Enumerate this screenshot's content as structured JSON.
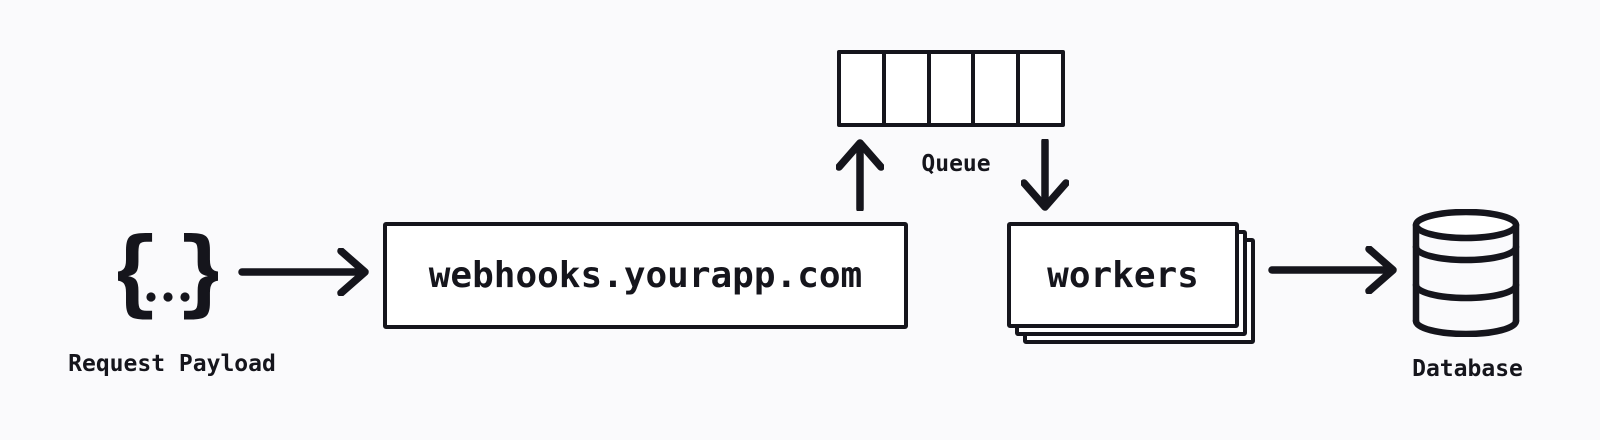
{
  "colors": {
    "background": "#fafafc",
    "ink": "#15151c",
    "node_fill": "#ffffff"
  },
  "nodes": {
    "payload": {
      "icon": "json-braces-icon",
      "glyph_open": "{",
      "glyph_close": "}",
      "label": "Request Payload"
    },
    "server": {
      "label": "webhooks.yourapp.com"
    },
    "queue": {
      "label": "Queue",
      "cells": 5
    },
    "workers": {
      "label": "workers",
      "stack_count": 3
    },
    "database": {
      "icon": "database-cylinder-icon",
      "label": "Database"
    }
  },
  "edges": [
    {
      "from": "payload",
      "to": "server",
      "direction": "right"
    },
    {
      "from": "server",
      "to": "queue",
      "direction": "up"
    },
    {
      "from": "queue",
      "to": "workers",
      "direction": "down"
    },
    {
      "from": "workers",
      "to": "database",
      "direction": "right"
    }
  ]
}
